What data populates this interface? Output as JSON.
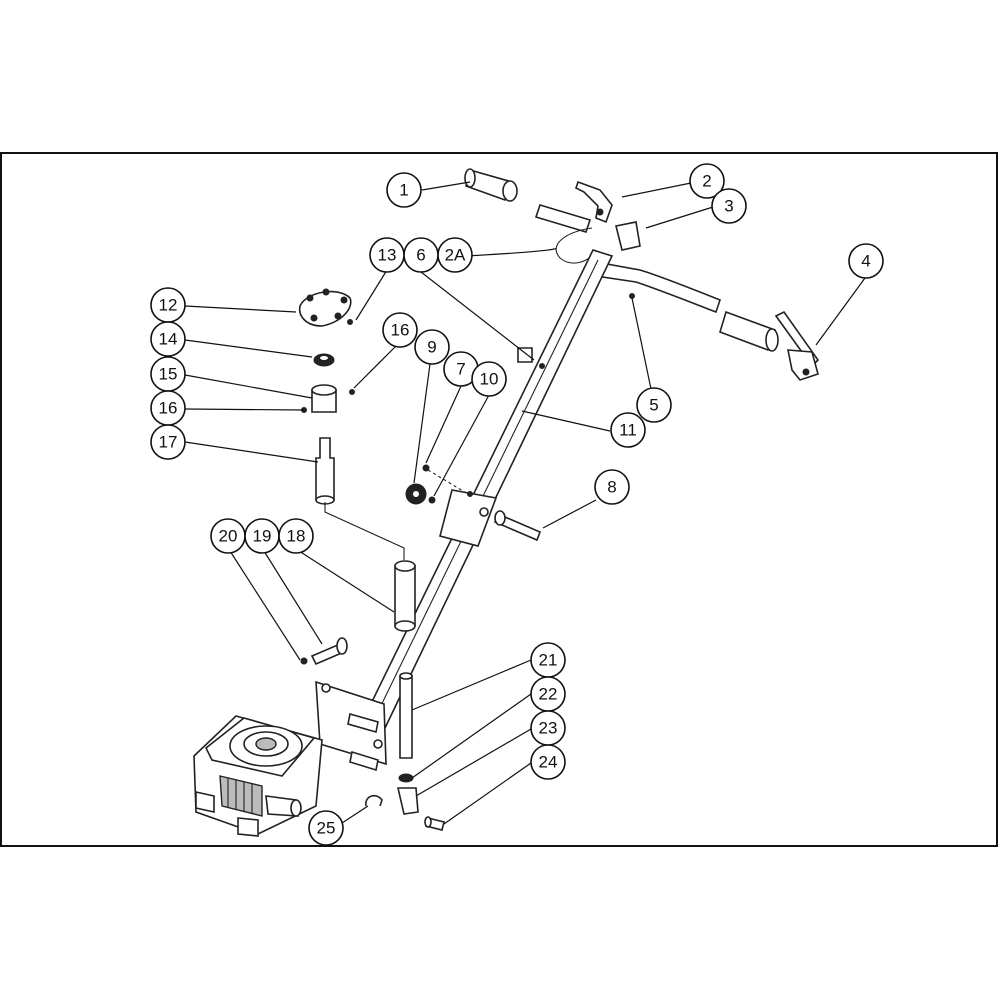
{
  "callouts": [
    {
      "id": "c1",
      "label": "1"
    },
    {
      "id": "c2",
      "label": "2"
    },
    {
      "id": "c3",
      "label": "3"
    },
    {
      "id": "c2a",
      "label": "2A"
    },
    {
      "id": "c4",
      "label": "4"
    },
    {
      "id": "c13",
      "label": "13"
    },
    {
      "id": "c6",
      "label": "6"
    },
    {
      "id": "c12",
      "label": "12"
    },
    {
      "id": "c14",
      "label": "14"
    },
    {
      "id": "c16a",
      "label": "16"
    },
    {
      "id": "c9",
      "label": "9"
    },
    {
      "id": "c7",
      "label": "7"
    },
    {
      "id": "c10",
      "label": "10"
    },
    {
      "id": "c15",
      "label": "15"
    },
    {
      "id": "c16b",
      "label": "16"
    },
    {
      "id": "c5",
      "label": "5"
    },
    {
      "id": "c11",
      "label": "11"
    },
    {
      "id": "c17",
      "label": "17"
    },
    {
      "id": "c8",
      "label": "8"
    },
    {
      "id": "c20",
      "label": "20"
    },
    {
      "id": "c19",
      "label": "19"
    },
    {
      "id": "c18",
      "label": "18"
    },
    {
      "id": "c21",
      "label": "21"
    },
    {
      "id": "c22",
      "label": "22"
    },
    {
      "id": "c23",
      "label": "23"
    },
    {
      "id": "c24",
      "label": "24"
    },
    {
      "id": "c25",
      "label": "25"
    }
  ]
}
